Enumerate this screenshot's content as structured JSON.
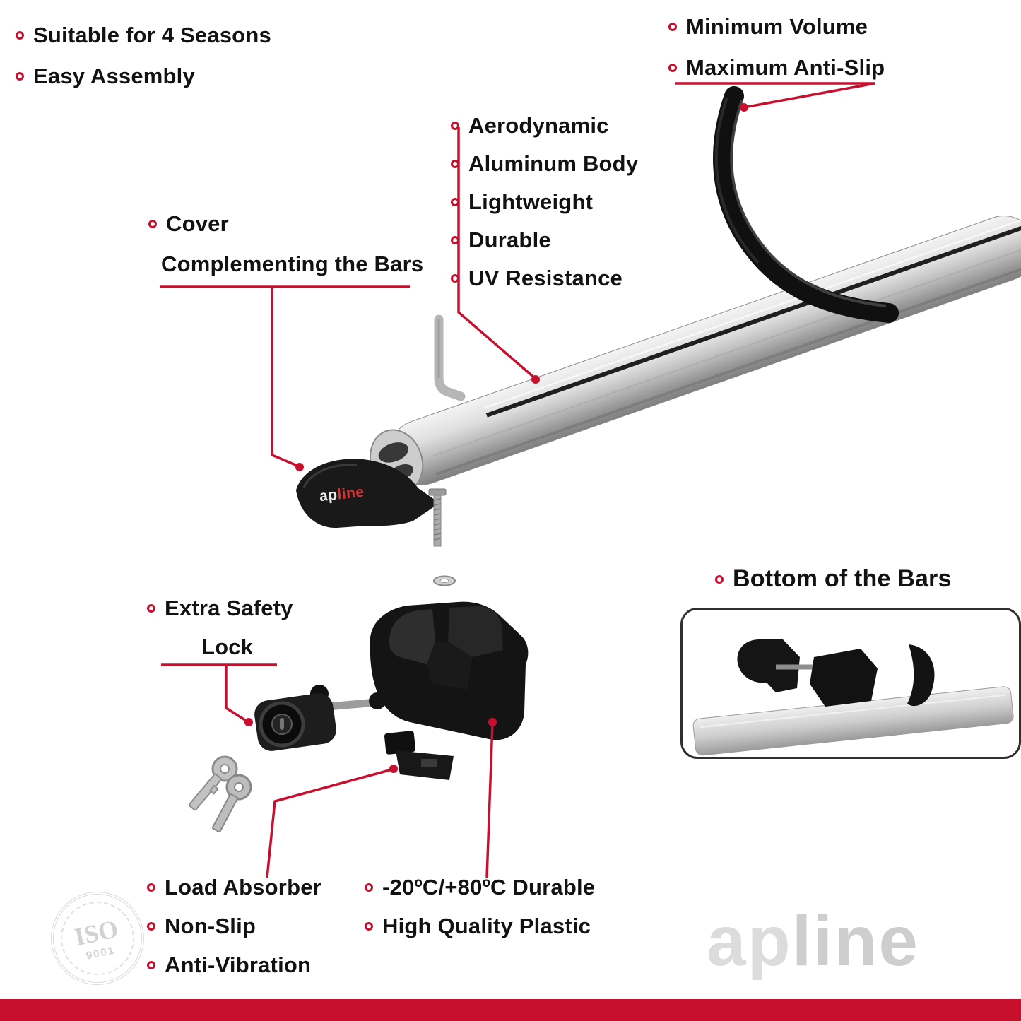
{
  "colors": {
    "accent": "#c8102e",
    "text": "#121212",
    "bar_silver": "#c9c9c9"
  },
  "labels": {
    "top_left": [
      "Suitable for 4 Seasons",
      "Easy Assembly"
    ],
    "top_right": [
      "Minimum Volume",
      "Maximum Anti-Slip"
    ],
    "bar_features": [
      "Aerodynamic",
      "Aluminum Body",
      "Lightweight",
      "Durable",
      "UV Resistance"
    ],
    "cover": {
      "line1": "Cover",
      "line2": "Complementing the Bars"
    },
    "safety": {
      "line1": "Extra Safety",
      "line2": "Lock"
    },
    "bottom_left": [
      "Load Absorber",
      "Non-Slip",
      "Anti-Vibration"
    ],
    "bottom_middle": [
      "-20ºC/+80ºC Durable",
      "High Quality Plastic"
    ],
    "inset_title": "Bottom of the Bars"
  },
  "branding": {
    "cover_logo_ap": "ap",
    "cover_logo_line": "line",
    "watermark_ap": "ap",
    "watermark_line": "line",
    "iso": "ISO",
    "iso_number": "9001"
  }
}
